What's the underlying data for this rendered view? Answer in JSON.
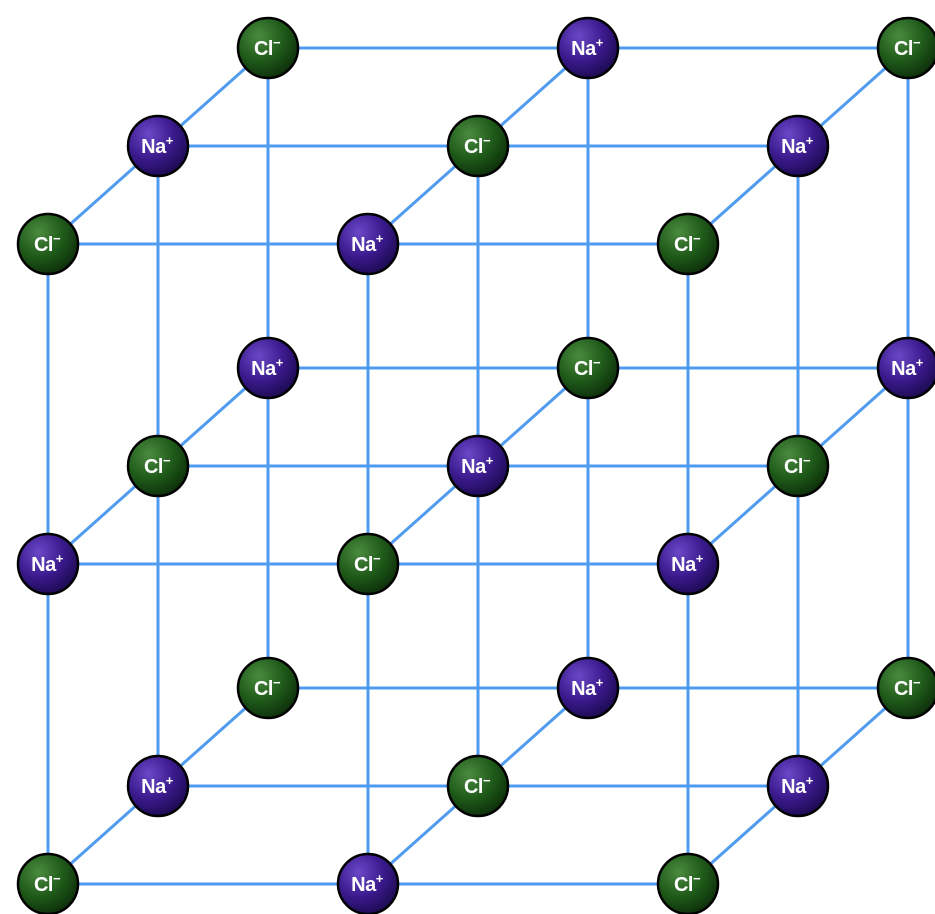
{
  "ion_types": {
    "Cl": {
      "symbol": "Cl",
      "charge": "−",
      "color": "#1f5a1a"
    },
    "Na": {
      "symbol": "Na",
      "charge": "+",
      "color": "#3a1a8c"
    }
  },
  "colors": {
    "bond": "#4f9bef",
    "background": "#ffffff"
  },
  "lattice": {
    "size": 3,
    "corner_ion": "Cl",
    "other_ion": "Na"
  }
}
